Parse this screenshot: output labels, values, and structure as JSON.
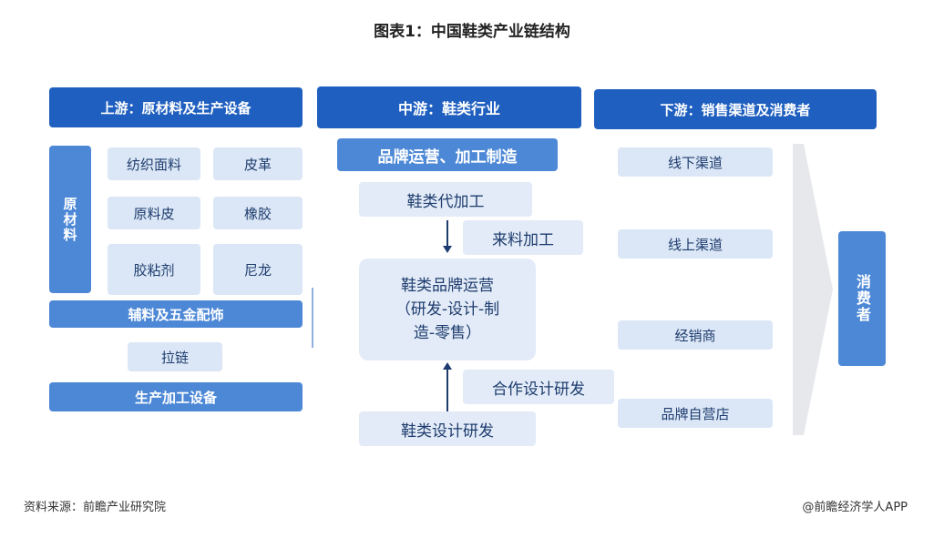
{
  "title": "图表1：中国鞋类产业链结构",
  "upstream": {
    "header": "上游：原材料及生产设备",
    "raw_label": "原材料",
    "materials": [
      "纺织面料",
      "皮革",
      "原料皮",
      "橡胶",
      "胶粘剂",
      "尼龙"
    ],
    "accessories": "辅料及五金配饰",
    "zipper": "拉链",
    "equipment": "生产加工设备"
  },
  "midstream": {
    "header": "中游：鞋类行业",
    "brand_ops": "品牌运营、加工制造",
    "oem": "鞋类代加工",
    "processing": "来料加工",
    "core": "鞋类品牌运营（研发-设计-制造-零售）",
    "core_lines": [
      "鞋类品牌运营",
      "（研发-设计-制",
      "造-零售）"
    ],
    "co_design": "合作设计研发",
    "design": "鞋类设计研发"
  },
  "downstream": {
    "header": "下游：销售渠道及消费者",
    "channels": [
      "线下渠道",
      "线上渠道",
      "经销商",
      "品牌自营店"
    ],
    "consumer": "消费者"
  },
  "footer": {
    "source": "资料来源：前瞻产业研究院",
    "brand": "@前瞻经济学人APP"
  },
  "colors": {
    "header": "#1f5fbf",
    "box": "#dbe7f6",
    "dark_box": "#4d88d6",
    "text": "#1e3c6e"
  }
}
